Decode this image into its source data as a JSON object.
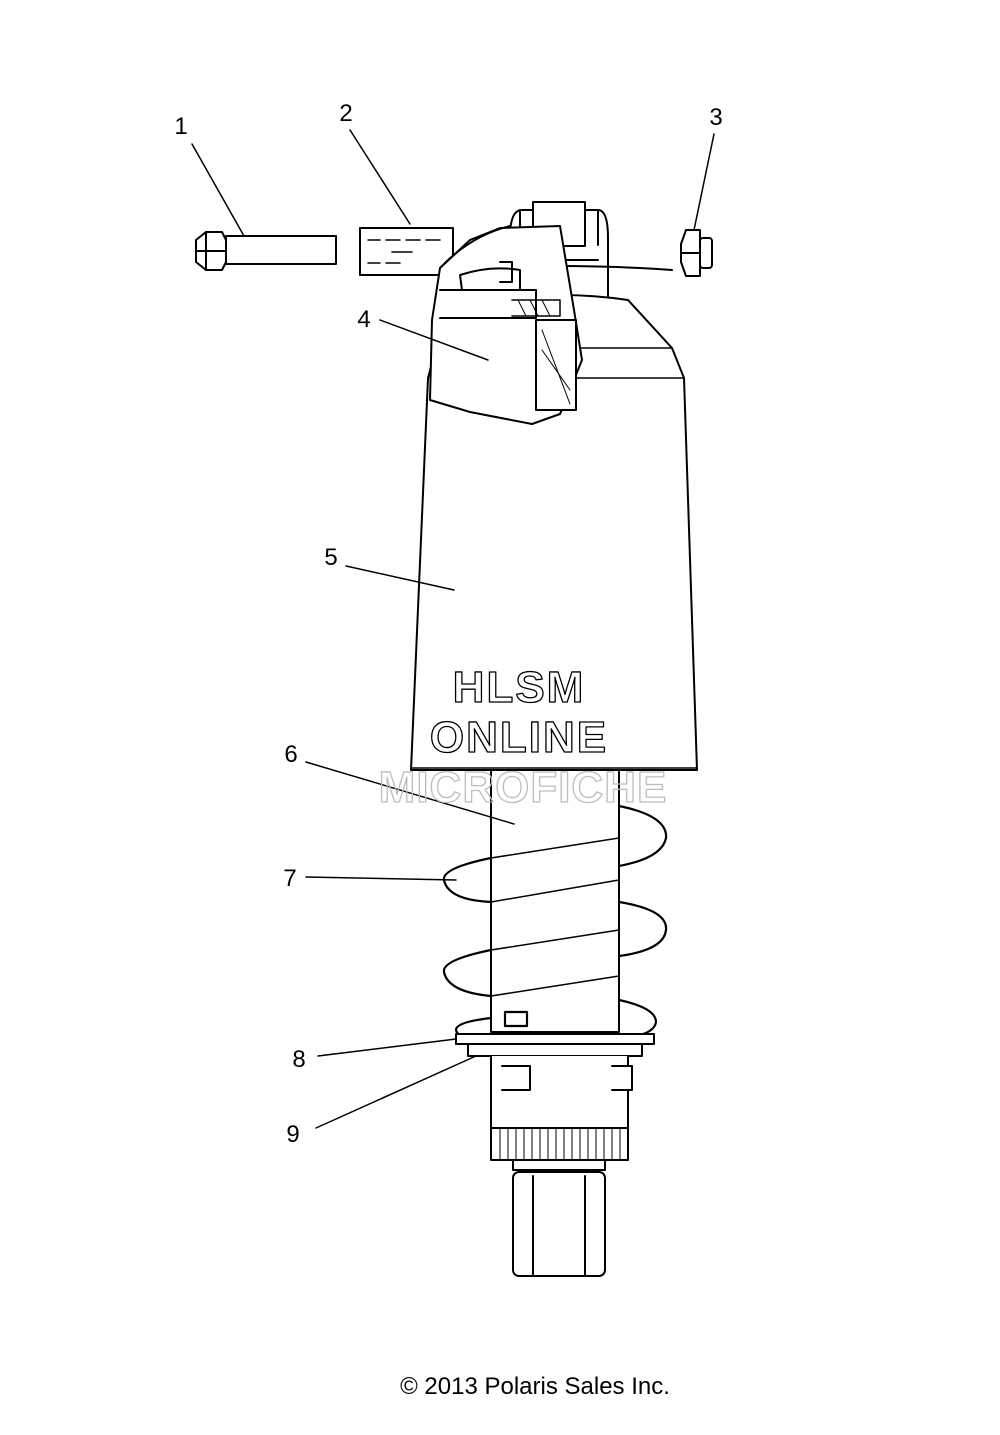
{
  "callouts": [
    {
      "number": "1",
      "part": "bolt"
    },
    {
      "number": "2",
      "part": "bushing"
    },
    {
      "number": "3",
      "part": "nut"
    },
    {
      "number": "4",
      "part": "upper-eyelet-bushing"
    },
    {
      "number": "5",
      "part": "shock-reservoir-body"
    },
    {
      "number": "6",
      "part": "shock-shaft-body"
    },
    {
      "number": "7",
      "part": "spring"
    },
    {
      "number": "8",
      "part": "spring-retainer"
    },
    {
      "number": "9",
      "part": "spring-seat"
    }
  ],
  "watermark": {
    "line1": "HLSM",
    "line2": "ONLINE",
    "line3": "MICROFICHE"
  },
  "copyright": "©  2013 Polaris Sales Inc."
}
